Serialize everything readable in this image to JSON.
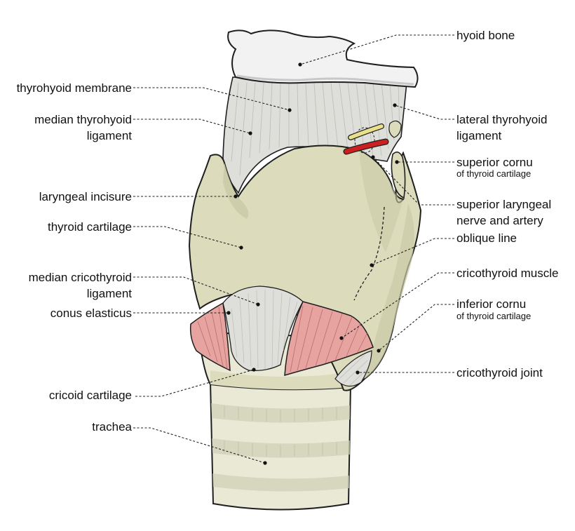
{
  "colors": {
    "cartilage": "#dcdcbc",
    "cartilage_shade": "#c9c9a6",
    "ring": "#e9e9d6",
    "ring_shade": "#cfcfb5",
    "membrane": "#dededa",
    "membrane_line": "#bdbdb7",
    "bone": "#f2f2f2",
    "muscle": "#e6a3a0",
    "muscle_line": "#b86e6a",
    "nerve": "#e8e08a",
    "artery": "#cc1f1f",
    "outline": "#1f1f1f"
  },
  "labels": {
    "hyoid_bone": "hyoid bone",
    "thyrohyoid_membrane": "thyrohyoid membrane",
    "median_thyrohyoid_l1": "median thyrohyoid",
    "median_thyrohyoid_l2": "ligament",
    "lateral_thyrohyoid_l1": "lateral thyrohyoid",
    "lateral_thyrohyoid_l2": "ligament",
    "superior_cornu": "superior cornu",
    "superior_cornu_sub": "of thyroid cartilage",
    "laryngeal_incisure": "laryngeal incisure",
    "superior_laryngeal_l1": "superior laryngeal",
    "superior_laryngeal_l2": "nerve and artery",
    "thyroid_cartilage": "thyroid cartilage",
    "oblique_line": "oblique line",
    "median_cricothyroid_l1": "median cricothyroid",
    "median_cricothyroid_l2": "ligament",
    "cricothyroid_muscle": "cricothyroid muscle",
    "conus_elasticus": "conus elasticus",
    "inferior_cornu": "inferior cornu",
    "inferior_cornu_sub": "of thyroid cartilage",
    "cricothyroid_joint": "cricothyroid joint",
    "cricoid_cartilage": "cricoid cartilage",
    "trachea": "trachea"
  }
}
